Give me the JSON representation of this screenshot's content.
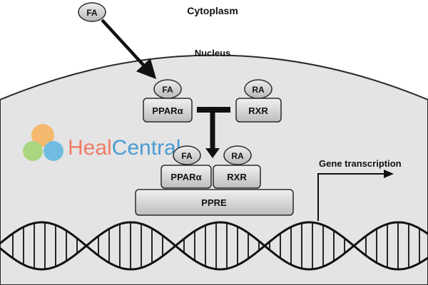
{
  "labels": {
    "cytoplasm": "Cytoplasm",
    "nucleus": "Nucleus",
    "gene_transcription": "Gene transcription"
  },
  "ligands": {
    "fa_outside": "FA",
    "fa_bound": "FA",
    "ra_bound": "RA",
    "fa_complex": "FA",
    "ra_complex": "RA"
  },
  "receptors": {
    "ppar_alpha": "PPARα",
    "rxr": "RXR",
    "ppar_alpha_complex": "PPARα",
    "rxr_complex": "RXR"
  },
  "dna": {
    "ppre": "PPRE"
  },
  "watermark": {
    "text_heal": "Heal",
    "text_central": "Central",
    "heal_color": "#f26b4f",
    "central_color": "#2f8fd0"
  }
}
